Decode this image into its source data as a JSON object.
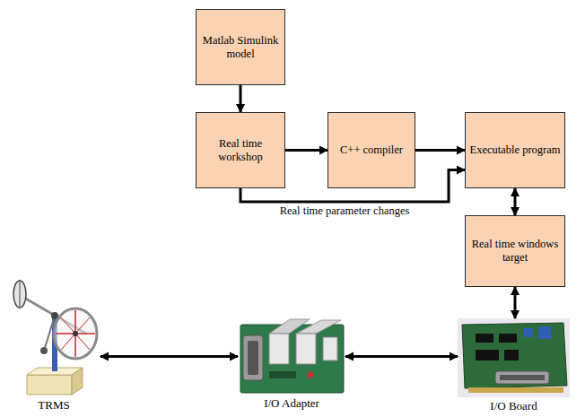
{
  "diagram": {
    "nodes": [
      {
        "text": [
          "Matlab Simulink model"
        ]
      },
      {
        "text": [
          "Real time workshop"
        ]
      },
      {
        "text": [
          "C++ compiler"
        ]
      },
      {
        "text": [
          "Executable program"
        ]
      },
      {
        "text": [
          "Real time windows target"
        ]
      },
      {
        "text": [
          "TRMS"
        ]
      },
      {
        "text": [
          "I/O Adapter"
        ]
      },
      {
        "text": [
          "I/O Board"
        ]
      }
    ],
    "edges": [
      {
        "from": 0,
        "to": 1,
        "arrow": "to"
      },
      {
        "from": 1,
        "to": 2,
        "arrow": "to"
      },
      {
        "from": 2,
        "to": 3,
        "arrow": "to"
      },
      {
        "from": 1,
        "to": 3,
        "label": "Real time parameter changes",
        "arrow": "to"
      },
      {
        "from": 3,
        "to": 4,
        "arrow": "both"
      },
      {
        "from": 4,
        "to": 7,
        "arrow": "both"
      },
      {
        "from": 7,
        "to": 6,
        "arrow": "both"
      },
      {
        "from": 6,
        "to": 5,
        "arrow": "both"
      }
    ]
  }
}
